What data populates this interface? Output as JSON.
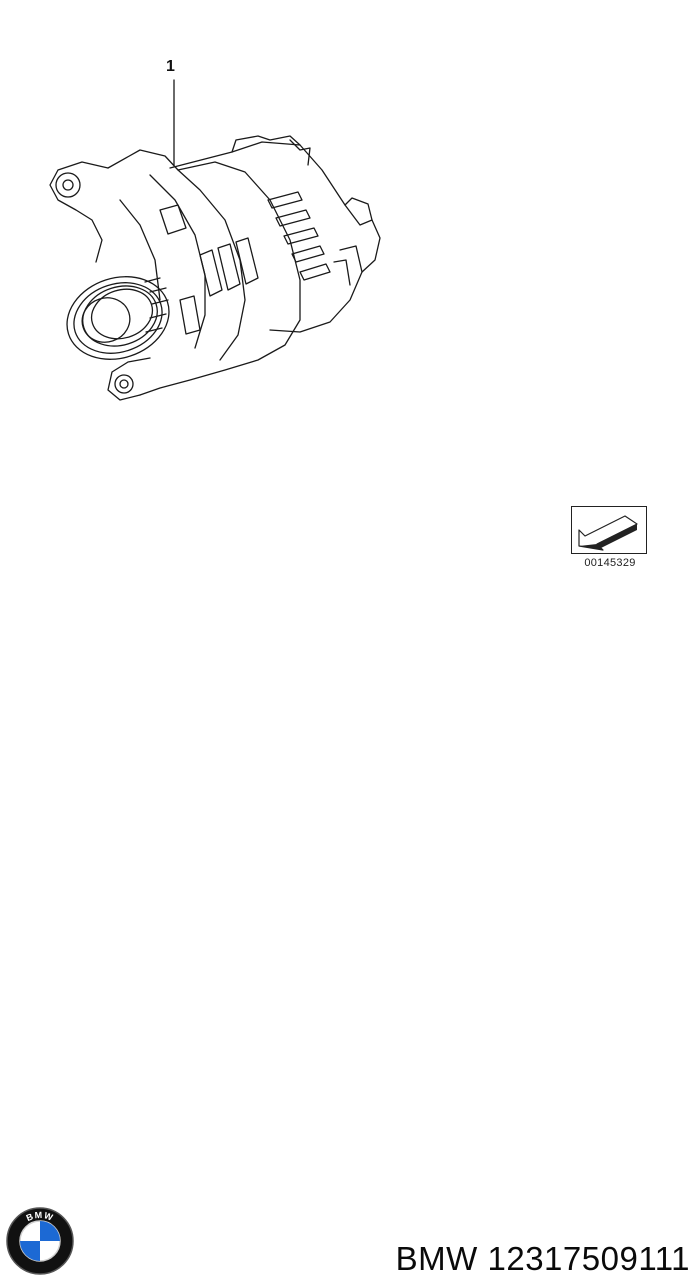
{
  "diagram": {
    "callout_label": "1",
    "reference_number": "00145329"
  },
  "footer": {
    "brand": "BMW",
    "part_number": "12317509111",
    "logo_letters": "BMW",
    "logo_icon": "bmw-roundel-icon"
  },
  "colors": {
    "line": "#1a1a1a",
    "logo_blue": "#1c69d4",
    "logo_ring": "#111111"
  }
}
